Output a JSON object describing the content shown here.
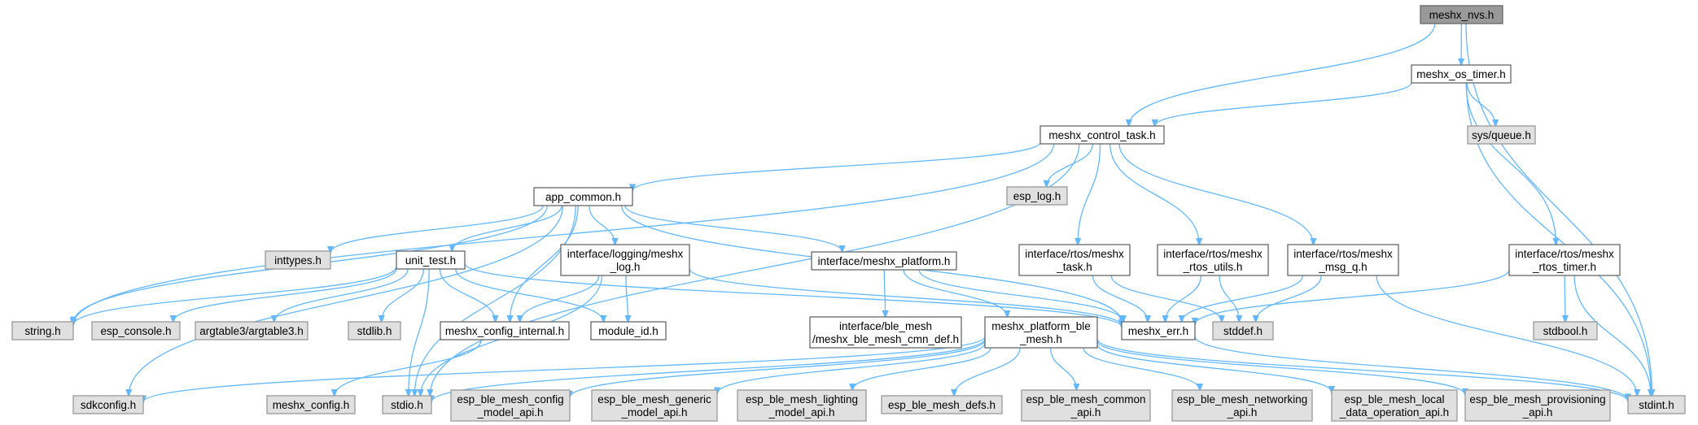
{
  "colors": {
    "root_fill": "#999999",
    "normal_fill": "#ffffff",
    "external_fill": "#e0e0e0",
    "border": "#666666",
    "external_border": "#999999",
    "edge": "#63b8ff"
  },
  "nodes": {
    "meshx_nvs_h": {
      "lines": [
        "meshx_nvs.h"
      ],
      "style": "root"
    },
    "meshx_os_timer_h": {
      "lines": [
        "meshx_os_timer.h"
      ],
      "style": "normal"
    },
    "meshx_control_task_h": {
      "lines": [
        "meshx_control_task.h"
      ],
      "style": "normal"
    },
    "sys_queue_h": {
      "lines": [
        "sys/queue.h"
      ],
      "style": "external"
    },
    "app_common_h": {
      "lines": [
        "app_common.h"
      ],
      "style": "normal"
    },
    "esp_log_h": {
      "lines": [
        "esp_log.h"
      ],
      "style": "external"
    },
    "inttypes_h": {
      "lines": [
        "inttypes.h"
      ],
      "style": "external"
    },
    "unit_test_h": {
      "lines": [
        "unit_test.h"
      ],
      "style": "normal"
    },
    "logging_meshx_log_h": {
      "lines": [
        "interface/logging/meshx",
        "_log.h"
      ],
      "style": "normal"
    },
    "meshx_platform_h": {
      "lines": [
        "interface/meshx_platform.h"
      ],
      "style": "normal"
    },
    "rtos_meshx_task_h": {
      "lines": [
        "interface/rtos/meshx",
        "_task.h"
      ],
      "style": "normal"
    },
    "rtos_meshx_rtos_utils_h": {
      "lines": [
        "interface/rtos/meshx",
        "_rtos_utils.h"
      ],
      "style": "normal"
    },
    "rtos_meshx_msg_q_h": {
      "lines": [
        "interface/rtos/meshx",
        "_msg_q.h"
      ],
      "style": "normal"
    },
    "rtos_meshx_rtos_timer_h": {
      "lines": [
        "interface/rtos/meshx",
        "_rtos_timer.h"
      ],
      "style": "normal"
    },
    "string_h": {
      "lines": [
        "string.h"
      ],
      "style": "external"
    },
    "esp_console_h": {
      "lines": [
        "esp_console.h"
      ],
      "style": "external"
    },
    "argtable3_h": {
      "lines": [
        "argtable3/argtable3.h"
      ],
      "style": "external"
    },
    "stdlib_h": {
      "lines": [
        "stdlib.h"
      ],
      "style": "external"
    },
    "meshx_config_internal_h": {
      "lines": [
        "meshx_config_internal.h"
      ],
      "style": "normal"
    },
    "module_id_h": {
      "lines": [
        "module_id.h"
      ],
      "style": "normal"
    },
    "ble_mesh_cmn_def_h": {
      "lines": [
        "interface/ble_mesh",
        "/meshx_ble_mesh_cmn_def.h"
      ],
      "style": "normal"
    },
    "meshx_platform_ble_mesh_h": {
      "lines": [
        "meshx_platform_ble",
        "_mesh.h"
      ],
      "style": "normal"
    },
    "meshx_err_h": {
      "lines": [
        "meshx_err.h"
      ],
      "style": "normal"
    },
    "stddef_h": {
      "lines": [
        "stddef.h"
      ],
      "style": "external"
    },
    "stdbool_h": {
      "lines": [
        "stdbool.h"
      ],
      "style": "external"
    },
    "sdkconfig_h": {
      "lines": [
        "sdkconfig.h"
      ],
      "style": "external"
    },
    "meshx_config_h": {
      "lines": [
        "meshx_config.h"
      ],
      "style": "external"
    },
    "stdio_h": {
      "lines": [
        "stdio.h"
      ],
      "style": "external"
    },
    "esp_ble_mesh_config_model_api_h": {
      "lines": [
        "esp_ble_mesh_config",
        "_model_api.h"
      ],
      "style": "external"
    },
    "esp_ble_mesh_generic_model_api_h": {
      "lines": [
        "esp_ble_mesh_generic",
        "_model_api.h"
      ],
      "style": "external"
    },
    "esp_ble_mesh_lighting_model_api_h": {
      "lines": [
        "esp_ble_mesh_lighting",
        "_model_api.h"
      ],
      "style": "external"
    },
    "esp_ble_mesh_defs_h": {
      "lines": [
        "esp_ble_mesh_defs.h"
      ],
      "style": "external"
    },
    "esp_ble_mesh_common_api_h": {
      "lines": [
        "esp_ble_mesh_common",
        "_api.h"
      ],
      "style": "external"
    },
    "esp_ble_mesh_networking_api_h": {
      "lines": [
        "esp_ble_mesh_networking",
        "_api.h"
      ],
      "style": "external"
    },
    "esp_ble_mesh_local_data_operation_api_h": {
      "lines": [
        "esp_ble_mesh_local",
        "_data_operation_api.h"
      ],
      "style": "external"
    },
    "esp_ble_mesh_provisioning_api_h": {
      "lines": [
        "esp_ble_mesh_provisioning",
        "_api.h"
      ],
      "style": "external"
    },
    "stdint_h": {
      "lines": [
        "stdint.h"
      ],
      "style": "external"
    }
  },
  "edges": [
    [
      "meshx_nvs_h",
      "meshx_os_timer_h"
    ],
    [
      "meshx_nvs_h",
      "meshx_control_task_h"
    ],
    [
      "meshx_nvs_h",
      "stdint_h"
    ],
    [
      "meshx_os_timer_h",
      "meshx_control_task_h"
    ],
    [
      "meshx_os_timer_h",
      "sys_queue_h"
    ],
    [
      "meshx_os_timer_h",
      "rtos_meshx_rtos_timer_h"
    ],
    [
      "meshx_os_timer_h",
      "stdint_h"
    ],
    [
      "meshx_control_task_h",
      "app_common_h"
    ],
    [
      "meshx_control_task_h",
      "esp_log_h"
    ],
    [
      "meshx_control_task_h",
      "rtos_meshx_task_h"
    ],
    [
      "meshx_control_task_h",
      "rtos_meshx_rtos_utils_h"
    ],
    [
      "meshx_control_task_h",
      "rtos_meshx_msg_q_h"
    ],
    [
      "meshx_control_task_h",
      "string_h"
    ],
    [
      "meshx_control_task_h",
      "stdio_h"
    ],
    [
      "app_common_h",
      "inttypes_h"
    ],
    [
      "app_common_h",
      "unit_test_h"
    ],
    [
      "app_common_h",
      "logging_meshx_log_h"
    ],
    [
      "app_common_h",
      "meshx_platform_h"
    ],
    [
      "app_common_h",
      "string_h"
    ],
    [
      "app_common_h",
      "meshx_config_internal_h"
    ],
    [
      "app_common_h",
      "meshx_err_h"
    ],
    [
      "app_common_h",
      "sdkconfig_h"
    ],
    [
      "app_common_h",
      "stdio_h"
    ],
    [
      "unit_test_h",
      "string_h"
    ],
    [
      "unit_test_h",
      "esp_console_h"
    ],
    [
      "unit_test_h",
      "argtable3_h"
    ],
    [
      "unit_test_h",
      "stdlib_h"
    ],
    [
      "unit_test_h",
      "stdio_h"
    ],
    [
      "unit_test_h",
      "meshx_config_internal_h"
    ],
    [
      "unit_test_h",
      "module_id_h"
    ],
    [
      "unit_test_h",
      "meshx_err_h"
    ],
    [
      "logging_meshx_log_h",
      "meshx_config_internal_h"
    ],
    [
      "logging_meshx_log_h",
      "module_id_h"
    ],
    [
      "logging_meshx_log_h",
      "meshx_err_h"
    ],
    [
      "logging_meshx_log_h",
      "stdio_h"
    ],
    [
      "meshx_platform_h",
      "ble_mesh_cmn_def_h"
    ],
    [
      "meshx_platform_h",
      "meshx_platform_ble_mesh_h"
    ],
    [
      "meshx_platform_h",
      "meshx_err_h"
    ],
    [
      "meshx_config_internal_h",
      "meshx_config_h"
    ],
    [
      "rtos_meshx_task_h",
      "meshx_err_h"
    ],
    [
      "rtos_meshx_task_h",
      "stddef_h"
    ],
    [
      "rtos_meshx_rtos_utils_h",
      "meshx_err_h"
    ],
    [
      "rtos_meshx_rtos_utils_h",
      "stddef_h"
    ],
    [
      "rtos_meshx_msg_q_h",
      "meshx_err_h"
    ],
    [
      "rtos_meshx_msg_q_h",
      "stddef_h"
    ],
    [
      "rtos_meshx_msg_q_h",
      "stdint_h"
    ],
    [
      "rtos_meshx_rtos_timer_h",
      "meshx_err_h"
    ],
    [
      "rtos_meshx_rtos_timer_h",
      "stdbool_h"
    ],
    [
      "rtos_meshx_rtos_timer_h",
      "stdint_h"
    ],
    [
      "meshx_err_h",
      "stdint_h"
    ],
    [
      "meshx_platform_ble_mesh_h",
      "sdkconfig_h"
    ],
    [
      "meshx_platform_ble_mesh_h",
      "stdio_h"
    ],
    [
      "meshx_platform_ble_mesh_h",
      "esp_ble_mesh_config_model_api_h"
    ],
    [
      "meshx_platform_ble_mesh_h",
      "esp_ble_mesh_generic_model_api_h"
    ],
    [
      "meshx_platform_ble_mesh_h",
      "esp_ble_mesh_lighting_model_api_h"
    ],
    [
      "meshx_platform_ble_mesh_h",
      "esp_ble_mesh_defs_h"
    ],
    [
      "meshx_platform_ble_mesh_h",
      "esp_ble_mesh_common_api_h"
    ],
    [
      "meshx_platform_ble_mesh_h",
      "esp_ble_mesh_networking_api_h"
    ],
    [
      "meshx_platform_ble_mesh_h",
      "esp_ble_mesh_local_data_operation_api_h"
    ],
    [
      "meshx_platform_ble_mesh_h",
      "esp_ble_mesh_provisioning_api_h"
    ],
    [
      "meshx_platform_ble_mesh_h",
      "stdint_h"
    ]
  ]
}
